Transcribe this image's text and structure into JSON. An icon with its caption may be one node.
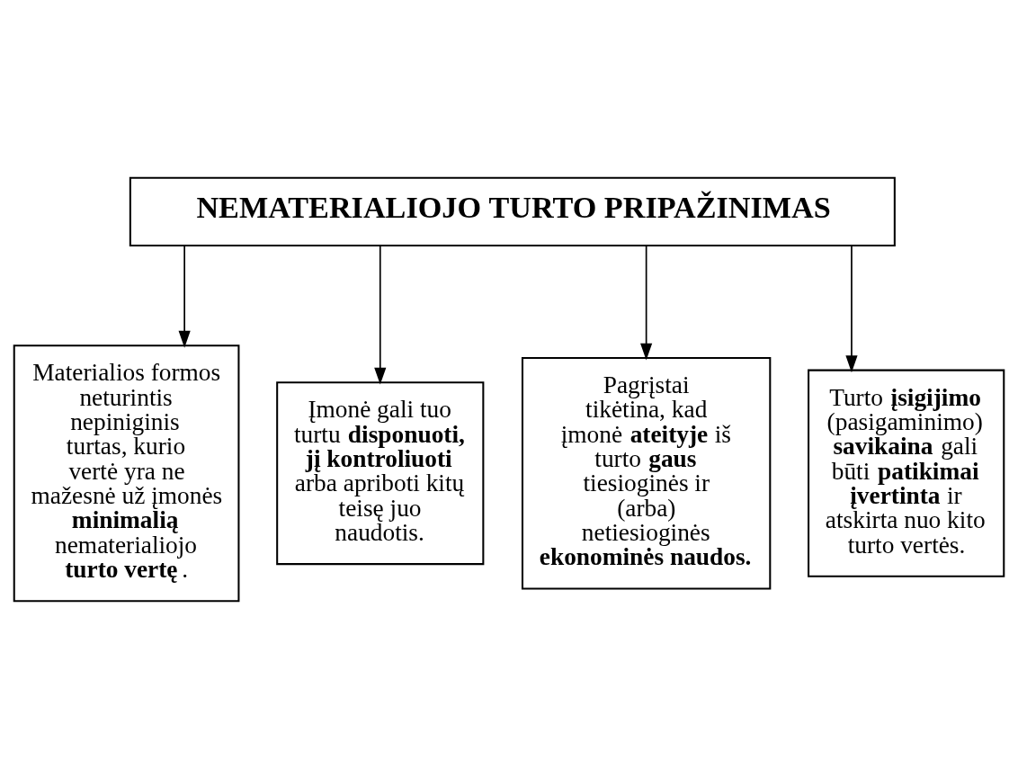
{
  "diagram": {
    "nodes": [
      {
        "text": [
          "NEMATERIALIOJO TURTO PRIPAŽINIMAS"
        ]
      },
      {
        "text": [
          "Materialios formos neturintis nepiniginis turtas, kurio vertė yra ne mažesnė už įmonės **minimalią** nematerialiojo **turto vertę**."
        ]
      },
      {
        "text": [
          "Įmonė gali tuo turtu **disponuoti, jį kontroliuoti** arba apriboti kitų teisę juo naudotis."
        ]
      },
      {
        "text": [
          "Pagrįstai tikėtina, kad įmonė **ateityje** iš turto **gaus** tiesioginės ir (arba) netiesioginės **ekonominės naudos.**"
        ]
      },
      {
        "text": [
          "Turto **įsigijimo** (pasigaminimo) **savikaina** gali būti **patikimai įvertinta** ir atskirta nuo kito turto vertės."
        ]
      }
    ],
    "edges": [
      {
        "from": 0,
        "to": 1,
        "arrow": "to"
      },
      {
        "from": 0,
        "to": 2,
        "arrow": "to"
      },
      {
        "from": 0,
        "to": 3,
        "arrow": "to"
      },
      {
        "from": 0,
        "to": 4,
        "arrow": "to"
      }
    ]
  }
}
